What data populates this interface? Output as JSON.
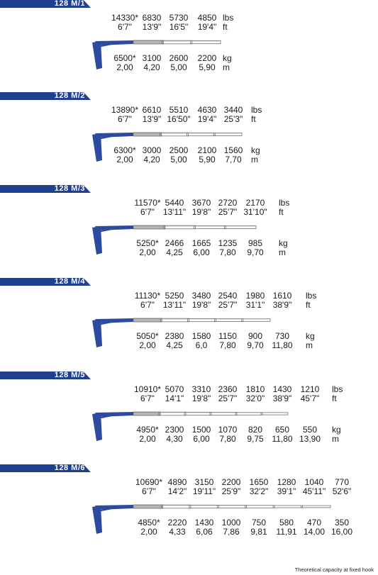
{
  "colors": {
    "band": "#1f3f8f",
    "arm": "#2c4a9e",
    "boom": "#9a9a9a"
  },
  "footer": "Theoretical capacity at fixed hook",
  "models": [
    {
      "name": "128 M/1",
      "lbs": [
        "14330*",
        "6830",
        "5730",
        "4850"
      ],
      "ft": [
        "6'7\"",
        "13'9\"",
        "16'5\"",
        "19'4\""
      ],
      "kg": [
        "6500*",
        "3100",
        "2600",
        "2200"
      ],
      "m": [
        "2,00",
        "4,20",
        "5,00",
        "5,90"
      ],
      "unit_lbs": "lbs",
      "unit_ft": "ft",
      "unit_kg": "kg",
      "unit_m": "m"
    },
    {
      "name": "128 M/2",
      "lbs": [
        "13890*",
        "6610",
        "5510",
        "4630",
        "3440"
      ],
      "ft": [
        "6'7\"",
        "13'9\"",
        "16'50\"",
        "19'4\"",
        "25'3\""
      ],
      "kg": [
        "6300*",
        "3000",
        "2500",
        "2100",
        "1560"
      ],
      "m": [
        "2,00",
        "4,20",
        "5,00",
        "5,90",
        "7,70"
      ],
      "unit_lbs": "lbs",
      "unit_ft": "ft",
      "unit_kg": "kg",
      "unit_m": "m"
    },
    {
      "name": "128 M/3",
      "lbs": [
        "11570*",
        "5440",
        "3670",
        "2720",
        "2170"
      ],
      "ft": [
        "6'7\"",
        "13'11\"",
        "19'8\"",
        "25'7\"",
        "31'10\""
      ],
      "kg": [
        "5250*",
        "2466",
        "1665",
        "1235",
        "985"
      ],
      "m": [
        "2,00",
        "4,25",
        "6,00",
        "7,80",
        "9,70"
      ],
      "unit_lbs": "lbs",
      "unit_ft": "ft",
      "unit_kg": "kg",
      "unit_m": "m"
    },
    {
      "name": "128 M/4",
      "lbs": [
        "11130*",
        "5250",
        "3480",
        "2540",
        "1980",
        "1610"
      ],
      "ft": [
        "6'7\"",
        "13'11\"",
        "19'8\"",
        "25'7\"",
        "31'1\"",
        "38'9\""
      ],
      "kg": [
        "5050*",
        "2380",
        "1580",
        "1150",
        "900",
        "730"
      ],
      "m": [
        "2,00",
        "4,25",
        "6,0",
        "7,80",
        "9,70",
        "11,80"
      ],
      "unit_lbs": "lbs",
      "unit_ft": "ft",
      "unit_kg": "kg",
      "unit_m": "m"
    },
    {
      "name": "128 M/5",
      "lbs": [
        "10910*",
        "5070",
        "3310",
        "2360",
        "1810",
        "1430",
        "1210"
      ],
      "ft": [
        "6'7\"",
        "14'1\"",
        "19'8\"",
        "25'7\"",
        "32'0\"",
        "38'9\"",
        "45'7\""
      ],
      "kg": [
        "4950*",
        "2300",
        "1500",
        "1070",
        "820",
        "650",
        "550"
      ],
      "m": [
        "2,00",
        "4,30",
        "6,00",
        "7,80",
        "9,75",
        "11,80",
        "13,90"
      ],
      "unit_lbs": "lbs",
      "unit_ft": "ft",
      "unit_kg": "kg",
      "unit_m": "m"
    },
    {
      "name": "128 M/6",
      "lbs": [
        "10690*",
        "4890",
        "3150",
        "2200",
        "1650",
        "1280",
        "1040",
        "770"
      ],
      "ft": [
        "6'7\"",
        "14'2\"",
        "19'11\"",
        "25'9\"",
        "32'2\"",
        "39'1\"",
        "45'11\"",
        "52'6\""
      ],
      "kg": [
        "4850*",
        "2220",
        "1430",
        "1000",
        "750",
        "580",
        "470",
        "350"
      ],
      "m": [
        "2,00",
        "4,33",
        "6,06",
        "7,86",
        "9,81",
        "11,91",
        "14,00",
        "16,00"
      ],
      "unit_lbs": "",
      "unit_ft": "",
      "unit_kg": "",
      "unit_m": ""
    }
  ]
}
